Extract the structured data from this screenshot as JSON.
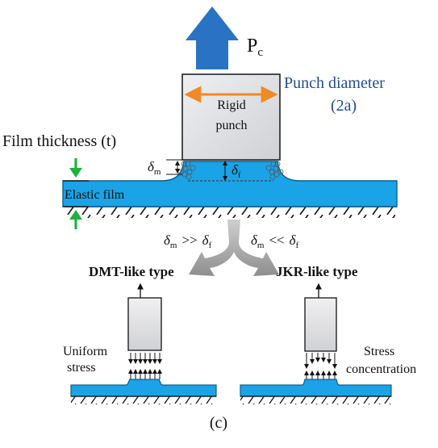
{
  "labels": {
    "force": "P",
    "force_sub": "c",
    "punch_diameter": "Punch diameter",
    "punch_diameter_symbol": "(2a)",
    "film_thickness": "Film thickness (t)",
    "punch_line1": "Rigid",
    "punch_line2": "punch",
    "elastic_film": "Elastic film",
    "delta": "δ",
    "sub_m": "m",
    "sub_f": "f",
    "cond_dmt": ">>",
    "cond_jkr": "<<",
    "dmt_title": "DMT-like type",
    "jkr_title": "JKR-like type",
    "uniform_line1": "Uniform",
    "uniform_line2": "stress",
    "stress_line1": "Stress",
    "stress_line2": "concentration",
    "panel_label": "(c)"
  },
  "colors": {
    "film": "#1aa3e6",
    "film_edge": "#0d5f8c",
    "punch_fill": "#dedfe2",
    "arrow_blue": "#2a73c4",
    "diameter_arrow": "#f08a24",
    "thickness_arrow": "#1db33c",
    "split_arrow": "#a7a7a7",
    "text_blue": "#1f4e96"
  }
}
